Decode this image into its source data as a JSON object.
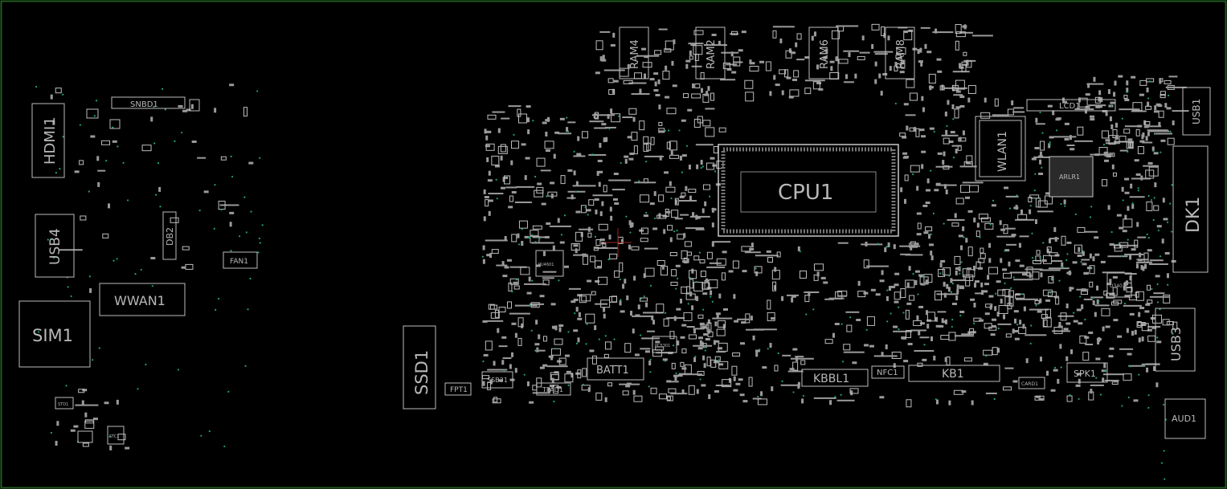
{
  "colors": {
    "background": "#000000",
    "outline": "#bdbdbd",
    "label": "#b8b8b8",
    "border": "#1e5a1e",
    "via": "#1fa37a"
  },
  "labels": {
    "hdmi1": "HDMI1",
    "snbd1": "SNBD1",
    "usb4": "USB4",
    "db2": "DB2",
    "fan1": "FAN1",
    "wwan1": "WWAN1",
    "sim1": "SIM1",
    "ssd1": "SSD1",
    "fpt1": "FPT1",
    "ssb31": "SSB31",
    "tpad1": "TPAD1",
    "batt1": "BATT1",
    "ram4": "RAM4",
    "ram2": "RAM2",
    "ram6": "RAM6",
    "ram8": "RAM8",
    "cpu1": "CPU1",
    "wlan1": "WLAN1",
    "lcd1": "LCD1",
    "usb1": "USB1",
    "dk1": "DK1",
    "u3401": "U3401",
    "usb3": "USB3",
    "kbbl1": "KBBL1",
    "nfc1": "NFC1",
    "kb1": "KB1",
    "card1": "CARD1",
    "spk1": "SPK1",
    "aud1": "AUD1",
    "pu4601": "PU4601",
    "std1": "STD1",
    "stc1": "STC1",
    "pcs301": "PC5301",
    "arlr1": "ARLR1"
  }
}
